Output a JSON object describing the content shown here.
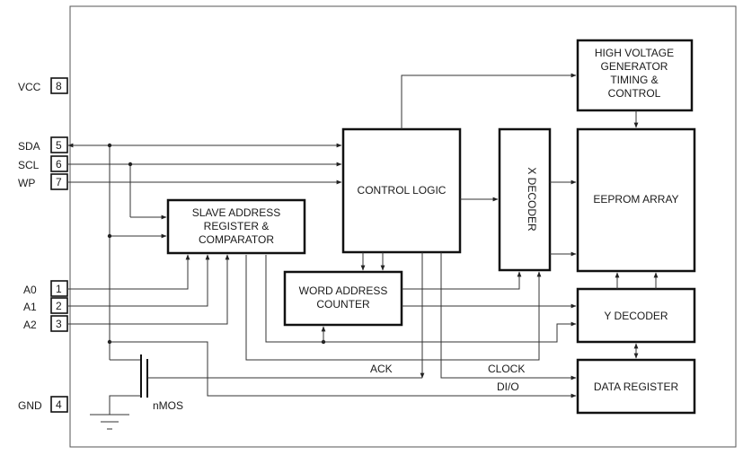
{
  "pins": [
    {
      "name": "VCC",
      "number": "8"
    },
    {
      "name": "SDA",
      "number": "5"
    },
    {
      "name": "SCL",
      "number": "6"
    },
    {
      "name": "WP",
      "number": "7"
    },
    {
      "name": "A0",
      "number": "1"
    },
    {
      "name": "A1",
      "number": "2"
    },
    {
      "name": "A2",
      "number": "3"
    },
    {
      "name": "GND",
      "number": "4"
    }
  ],
  "blocks": {
    "hv_gen": [
      "HIGH VOLTAGE",
      "GENERATOR",
      "TIMING &",
      "CONTROL"
    ],
    "control_logic": "CONTROL LOGIC",
    "x_decoder": "X DECODER",
    "eeprom_array": "EEPROM ARRAY",
    "slave_addr": [
      "SLAVE ADDRESS",
      "REGISTER &",
      "COMPARATOR"
    ],
    "word_addr": [
      "WORD ADDRESS",
      "COUNTER"
    ],
    "y_decoder": "Y DECODER",
    "data_register": "DATA REGISTER"
  },
  "signals": {
    "ack": "ACK",
    "clock": "CLOCK",
    "dio": "DI/O",
    "nmos": "nMOS"
  }
}
